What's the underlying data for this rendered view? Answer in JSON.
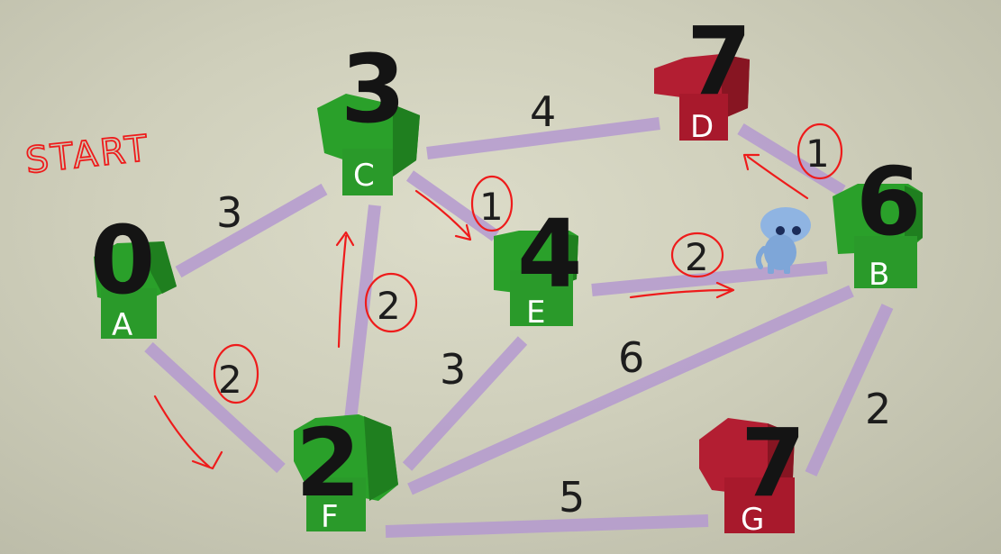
{
  "start_label": "START",
  "colors": {
    "visited": "#2a9a2a",
    "unvisited": "#a8192c",
    "edge": "#b59ad0",
    "annotation": "#ee1b1b"
  },
  "nodes": [
    {
      "id": "A",
      "label": "A",
      "distance": "0",
      "state": "visited"
    },
    {
      "id": "B",
      "label": "B",
      "distance": "6",
      "state": "visited"
    },
    {
      "id": "C",
      "label": "C",
      "distance": "3",
      "state": "visited"
    },
    {
      "id": "D",
      "label": "D",
      "distance": "7",
      "state": "unvisited"
    },
    {
      "id": "E",
      "label": "E",
      "distance": "4",
      "state": "visited"
    },
    {
      "id": "F",
      "label": "F",
      "distance": "2",
      "state": "visited"
    },
    {
      "id": "G",
      "label": "G",
      "distance": "7",
      "state": "unvisited"
    }
  ],
  "edges": [
    {
      "from": "A",
      "to": "C",
      "weight": "3",
      "circled": false
    },
    {
      "from": "A",
      "to": "F",
      "weight": "2",
      "circled": true
    },
    {
      "from": "C",
      "to": "F",
      "weight": "2",
      "circled": true
    },
    {
      "from": "C",
      "to": "D",
      "weight": "4",
      "circled": false
    },
    {
      "from": "C",
      "to": "E",
      "weight": "1",
      "circled": true
    },
    {
      "from": "E",
      "to": "B",
      "weight": "2",
      "circled": true
    },
    {
      "from": "E",
      "to": "F",
      "weight": "3",
      "circled": false
    },
    {
      "from": "F",
      "to": "B",
      "weight": "6",
      "circled": false
    },
    {
      "from": "F",
      "to": "G",
      "weight": "5",
      "circled": false
    },
    {
      "from": "D",
      "to": "B",
      "weight": "1",
      "circled": true
    },
    {
      "from": "B",
      "to": "G",
      "weight": "2",
      "circled": false
    }
  ],
  "robot": {
    "icon": "robot-icon",
    "color": "#8fb4e2"
  }
}
